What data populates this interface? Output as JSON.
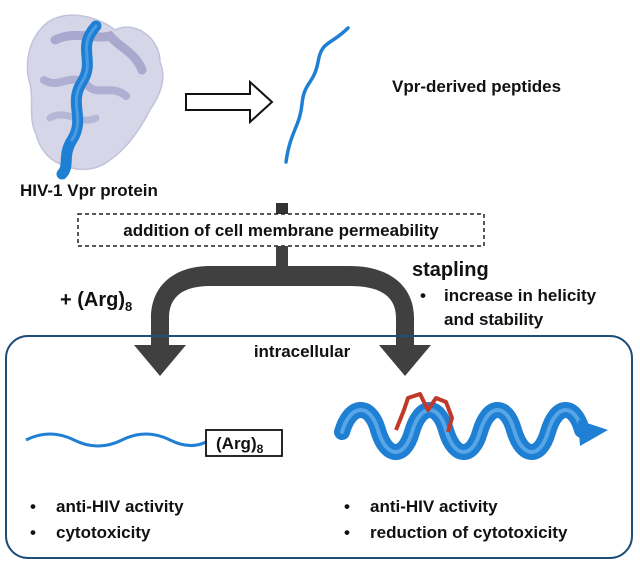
{
  "protein_label": "HIV-1 Vpr protein",
  "peptides_label": "Vpr-derived peptides",
  "permeability_label": "addition of cell membrane permeability",
  "stapling": {
    "title": "stapling",
    "bullets": [
      "increase in helicity",
      "and stability"
    ]
  },
  "arg": {
    "left_label_prefix": "+ (Arg)",
    "box_label": "(Arg)",
    "subscript": "8"
  },
  "intracellular_label": "intracellular",
  "left_results": [
    "anti-HIV activity",
    "cytotoxicity"
  ],
  "right_results": [
    "anti-HIV activity",
    "reduction of cytotoxicity"
  ],
  "colors": {
    "helix_blue": "#1f7fd3",
    "membrane": "#1f4e79",
    "arrow_gray": "#404040",
    "staple_red": "#c0392b",
    "surface": "#c9c9e2"
  }
}
